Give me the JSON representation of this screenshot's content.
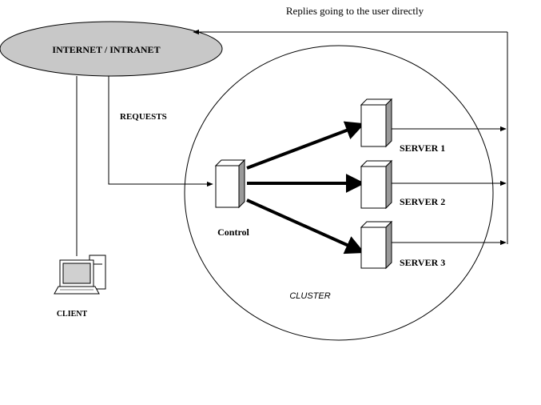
{
  "replies_label": "Replies going to the user directly",
  "internet_label": "INTERNET / INTRANET",
  "requests_label": "REQUESTS",
  "control_label": "Control",
  "cluster_label": "CLUSTER",
  "client_label": "CLIENT",
  "servers": [
    {
      "label": "SERVER 1"
    },
    {
      "label": "SERVER 2"
    },
    {
      "label": "SERVER 3"
    }
  ],
  "colors": {
    "line": "#000000",
    "ellipse_fill": "#c8c8c8",
    "box_fill": "#ffffff",
    "box_shade": "#9a9a9a",
    "monitor_screen": "#d0d0d0"
  },
  "icons": {
    "control": "server-tower-icon",
    "servers": "server-tower-icon",
    "client": "desktop-computer-icon"
  }
}
